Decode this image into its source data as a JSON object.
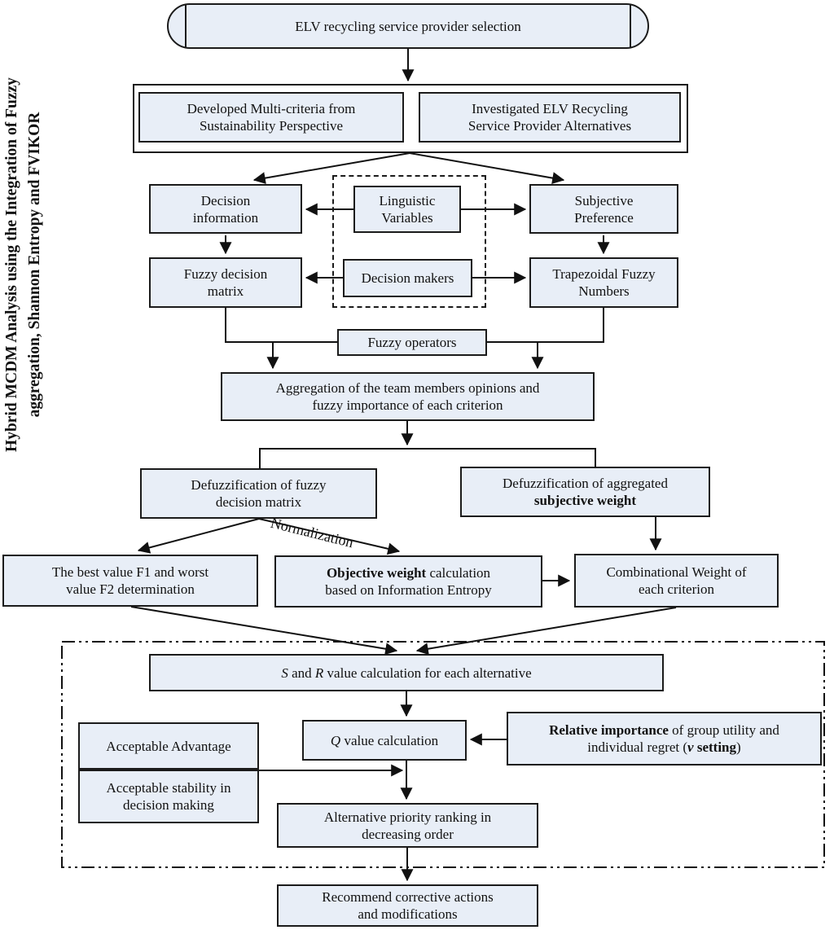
{
  "palette": {
    "box_fill": "#e8eef7",
    "box_border": "#1b1b1b",
    "text": "#111111"
  },
  "sidebar": {
    "title_line1": "Hybrid MCDM Analysis using the Integration of Fuzzy",
    "title_line2": "aggregation, Shannon Entropy and FVIKOR"
  },
  "flowchart": {
    "start": "ELV recycling service provider selection",
    "developed_criteria": "Developed Multi-criteria from\nSustainability Perspective",
    "investigated_alternatives": "Investigated ELV Recycling\nService Provider Alternatives",
    "decision_information": "Decision\ninformation",
    "linguistic_variables": "Linguistic\nVariables",
    "subjective_preference": "Subjective\nPreference",
    "fuzzy_decision_matrix": "Fuzzy decision\nmatrix",
    "decision_makers": "Decision makers",
    "trapezoidal_fuzzy_numbers": "Trapezoidal Fuzzy\nNumbers",
    "fuzzy_operators": "Fuzzy operators",
    "aggregation": "Aggregation of the team members opinions and\nfuzzy importance of each criterion",
    "defuzzification_matrix": "Defuzzification of fuzzy\ndecision matrix",
    "defuzzification_subjective": [
      {
        "t": "Defuzzification of aggregated\n"
      },
      {
        "t": "subjective weight",
        "b": true
      }
    ],
    "normalization_label": "Normalization",
    "best_worst": "The best value F1 and worst\nvalue F2 determination",
    "objective_weight": [
      {
        "t": "Objective weight",
        "b": true
      },
      {
        "t": " calculation\nbased on Information Entropy"
      }
    ],
    "combinational_weight": "Combinational Weight of\neach criterion",
    "s_r_calculation": [
      {
        "t": "S",
        "i": true
      },
      {
        "t": " and "
      },
      {
        "t": "R",
        "i": true
      },
      {
        "t": " value calculation for each alternative"
      }
    ],
    "q_calculation": [
      {
        "t": "Q",
        "i": true
      },
      {
        "t": " value calculation"
      }
    ],
    "relative_importance": [
      {
        "t": "Relative importance",
        "b": true
      },
      {
        "t": " of group utility and\nindividual regret ("
      },
      {
        "t": "v",
        "b": true,
        "i": true
      },
      {
        "t": " setting",
        "b": true
      },
      {
        "t": ")"
      }
    ],
    "acceptable_advantage": "Acceptable Advantage",
    "acceptable_stability": "Acceptable stability in\ndecision making",
    "alternative_ranking": "Alternative priority ranking in\ndecreasing order",
    "recommend": "Recommend corrective actions\nand modifications"
  }
}
